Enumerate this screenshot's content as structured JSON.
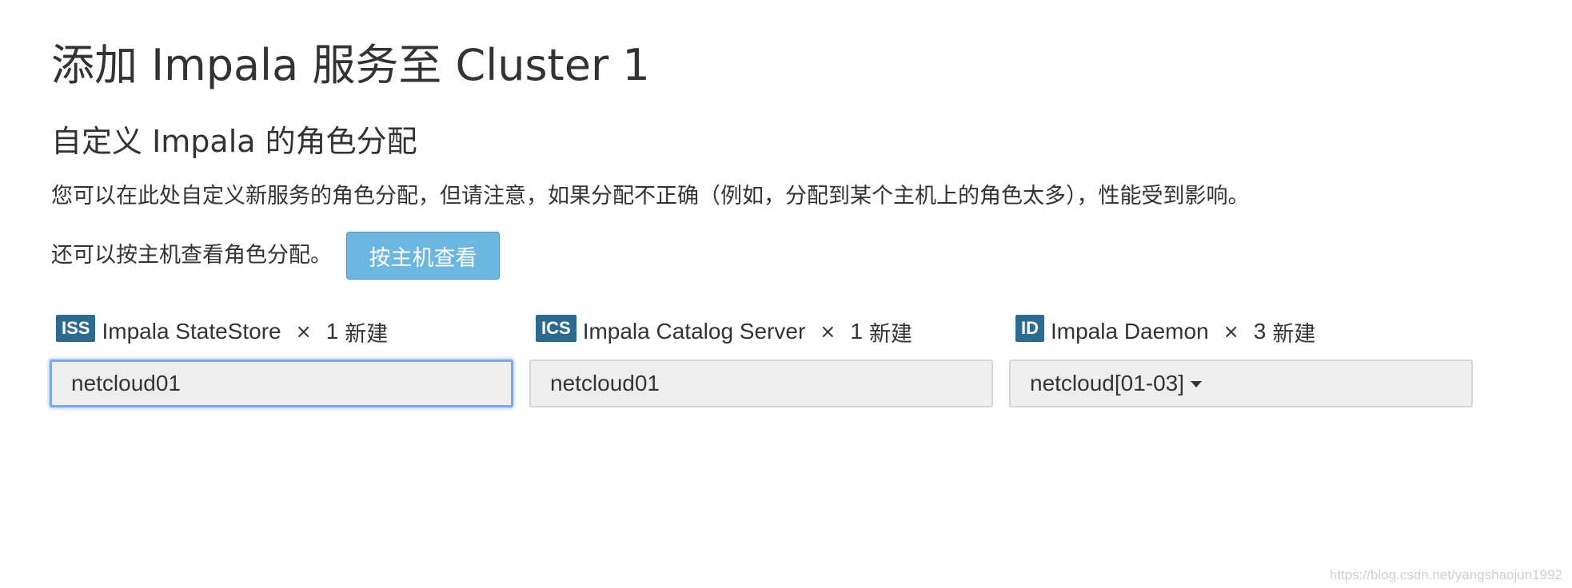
{
  "header": {
    "title": "添加 Impala 服务至 Cluster 1",
    "subtitle": "自定义 Impala 的角色分配"
  },
  "main": {
    "description": "您可以在此处自定义新服务的角色分配，但请注意，如果分配不正确（例如，分配到某个主机上的角色太多），性能受到影响。",
    "view_by_host_text": "还可以按主机查看角色分配。",
    "view_by_host_button": "按主机查看",
    "roles": [
      {
        "badge": "ISS",
        "name": "Impala StateStore",
        "times": "×",
        "count": "1",
        "new_label": "新建",
        "hosts": "netcloud01",
        "focused": true,
        "has_dropdown": false
      },
      {
        "badge": "ICS",
        "name": "Impala Catalog Server",
        "times": "×",
        "count": "1",
        "new_label": "新建",
        "hosts": "netcloud01",
        "focused": false,
        "has_dropdown": false
      },
      {
        "badge": "ID",
        "name": "Impala Daemon",
        "times": "×",
        "count": "3",
        "new_label": "新建",
        "hosts": "netcloud[01-03]",
        "focused": false,
        "has_dropdown": true
      }
    ]
  },
  "watermark": "https://blog.csdn.net/yangshaojun1992",
  "colors": {
    "badge_bg": "#2c6b8f",
    "button_bg": "#6cb6e2",
    "focus_border": "#7aa6f0",
    "field_bg": "#eeeeee"
  }
}
